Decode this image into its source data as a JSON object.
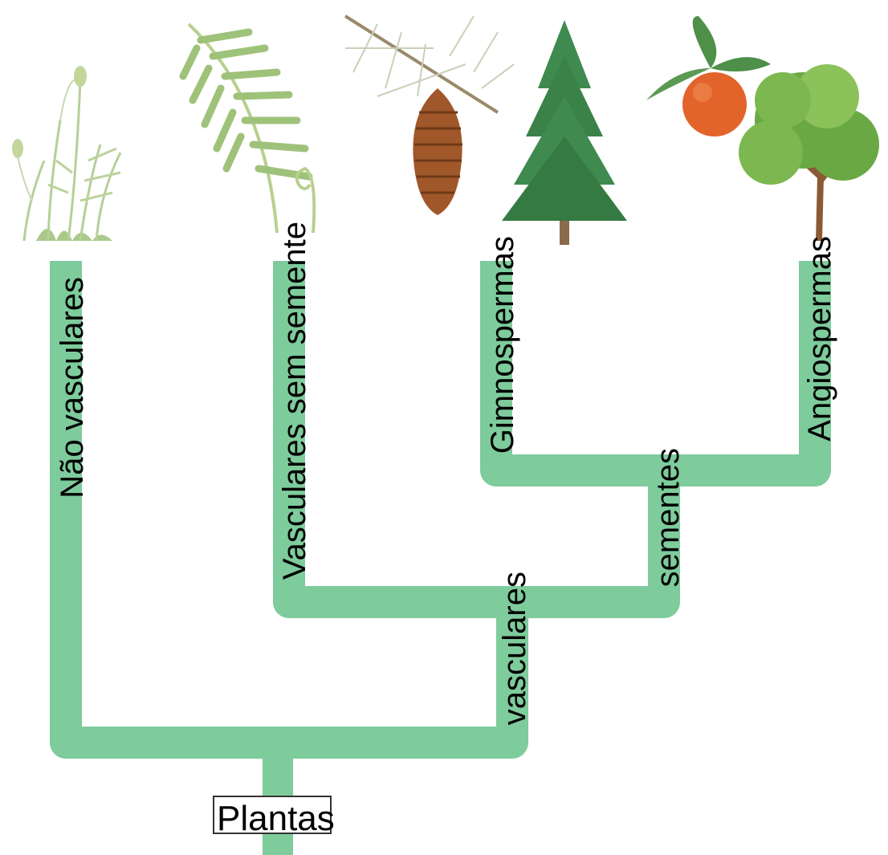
{
  "colors": {
    "branch": "#7ecb9c",
    "label_box_border": "#333333",
    "background": "#ffffff"
  },
  "illustrations": [
    {
      "name": "moss-illustration",
      "depicts": "moss"
    },
    {
      "name": "fern-illustration",
      "depicts": "fern"
    },
    {
      "name": "pinecone-illustration",
      "depicts": "pine-branch-with-cone"
    },
    {
      "name": "pine-tree-illustration",
      "depicts": "pine-tree"
    },
    {
      "name": "orange-illustration",
      "depicts": "orange-fruit"
    },
    {
      "name": "broadleaf-tree-illustration",
      "depicts": "broadleaf-tree"
    }
  ],
  "labels": {
    "nao_vasculares": "Não vasculares",
    "vasculares_sem_semente": "Vasculares sem semente",
    "gimnospermas": "Gimnospermas",
    "angiospermas": "Angiospermas",
    "vasculares": "vasculares",
    "sementes": "sementes",
    "plantas": "Plantas"
  }
}
